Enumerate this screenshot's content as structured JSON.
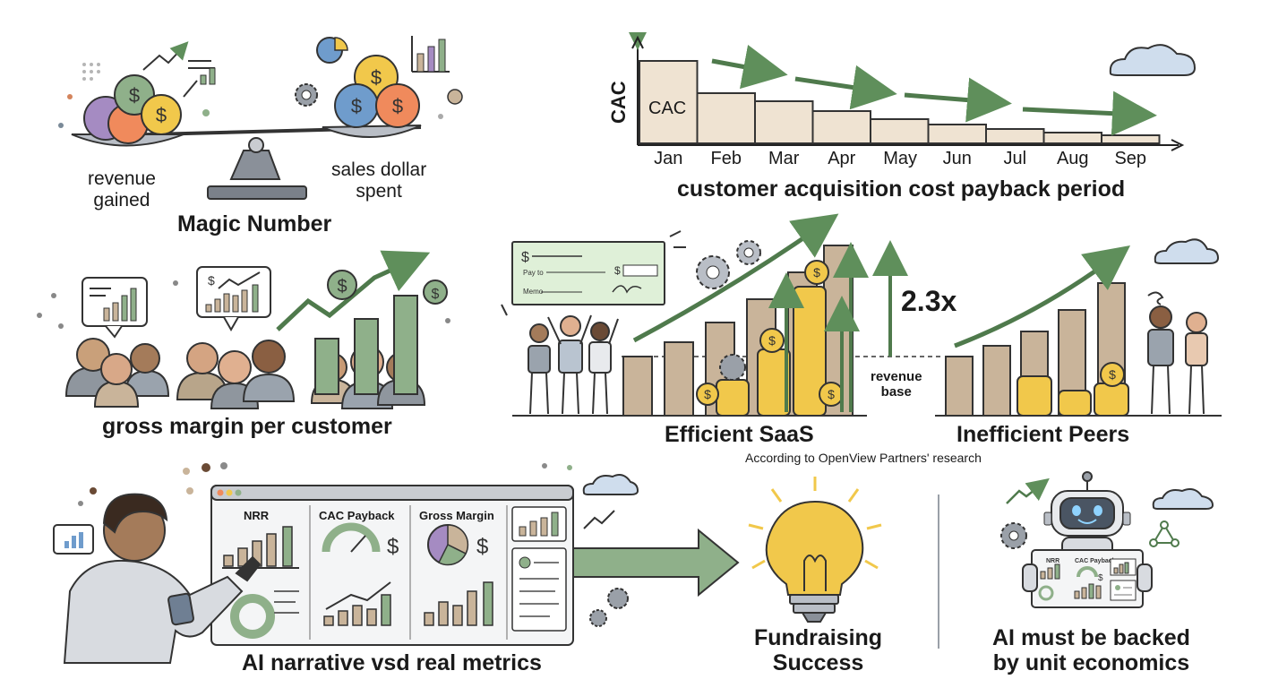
{
  "magic": {
    "left_label_1": "revenue",
    "left_label_2": "gained",
    "right_label_1": "sales dollar",
    "right_label_2": "spent",
    "title": "Magic Number"
  },
  "cac_chart": {
    "ylabel": "CAC",
    "bar_label": "CAC",
    "title": "customer acquisition cost payback period",
    "months": [
      "Jan",
      "Feb",
      "Mar",
      "Apr",
      "May",
      "Jun",
      "Jul",
      "Aug",
      "Sep"
    ],
    "bar_levels": [
      0.92,
      0.56,
      0.47,
      0.36,
      0.27,
      0.21,
      0.16,
      0.12,
      0.09
    ]
  },
  "gross_margin": {
    "title": "gross margin per customer"
  },
  "efficient": {
    "title": "Efficient SaaS",
    "multiplier": "2.3x",
    "base_label_1": "revenue",
    "base_label_2": "base",
    "check_text_1": "Pay to",
    "check_text_2": "Memo"
  },
  "inefficient": {
    "title": "Inefficient Peers",
    "source": "According to OpenView Partners' research"
  },
  "dashboard": {
    "panel_1": "NRR",
    "panel_2": "CAC Payback",
    "panel_3": "Gross Margin",
    "title": "AI narrative vsd real metrics"
  },
  "fundraising": {
    "title_1": "Fundraising",
    "title_2": "Success"
  },
  "robot": {
    "title_1": "AI must be backed",
    "title_2": "by unit economics",
    "tab_1": "NRR",
    "tab_2": "CAC Payback"
  },
  "colors": {
    "green": "#8fb08a",
    "green_dark": "#4f7a4c",
    "tan": "#c9b49a",
    "coin": "#f1c84b",
    "purple": "#a58bc2",
    "orange": "#f08a5c",
    "sky": "#cfdded"
  }
}
